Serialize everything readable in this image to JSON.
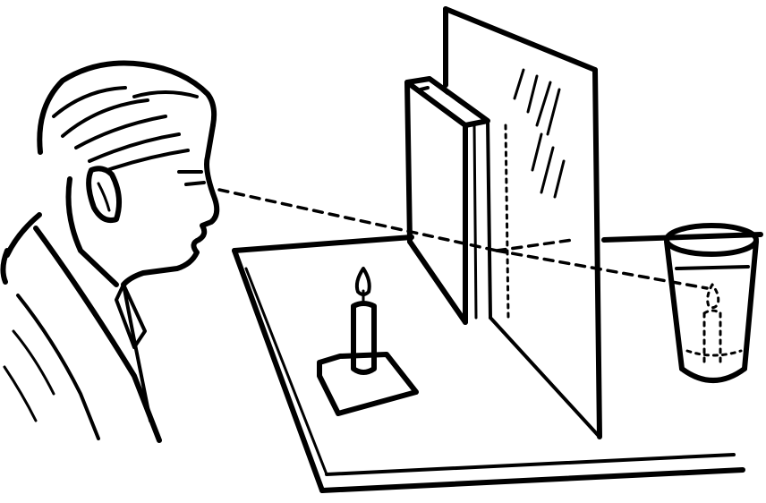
{
  "illustration": {
    "ink_color": "#000000",
    "paper_color": "#ffffff",
    "elements": [
      "observer",
      "table",
      "candle",
      "candle-base",
      "book-stack",
      "glass-plate",
      "water-glass",
      "sight-line"
    ]
  }
}
